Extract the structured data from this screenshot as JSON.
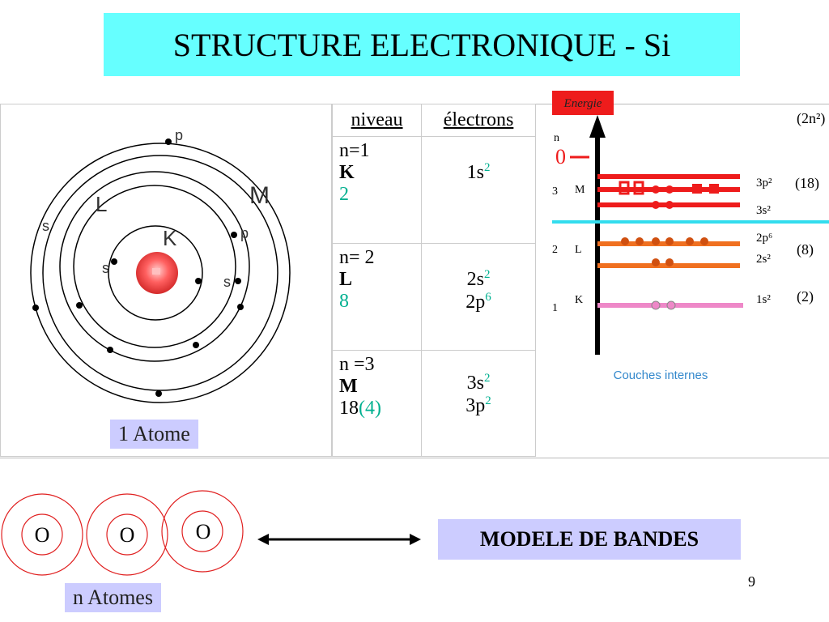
{
  "title": "STRUCTURE ELECTRONIQUE - Si",
  "atom": {
    "shells": [
      "K",
      "L",
      "M"
    ],
    "subshell_labels": [
      "p",
      "s",
      "p",
      "s",
      "s"
    ],
    "caption": "1 Atome"
  },
  "table": {
    "headers": [
      "niveau",
      "électrons"
    ],
    "rows": [
      {
        "n": "n=1",
        "shell": "K",
        "count": "2",
        "count_extra": "",
        "orbitals": [
          {
            "base": "1s",
            "exp": "2"
          }
        ]
      },
      {
        "n": "n= 2",
        "shell": "L",
        "count": "8",
        "count_extra": "",
        "orbitals": [
          {
            "base": "2s",
            "exp": "2"
          },
          {
            "base": "2p",
            "exp": "6"
          }
        ]
      },
      {
        "n": "n =3",
        "shell": "M",
        "count": "18",
        "count_extra": "(4)",
        "orbitals": [
          {
            "base": "3s",
            "exp": "2"
          },
          {
            "base": "3p",
            "exp": "2"
          }
        ]
      }
    ]
  },
  "energy_diagram": {
    "axis_label": "Energie",
    "n_label": "n",
    "zero": "0",
    "header_right": "(2n²)",
    "levels": [
      {
        "n": "3",
        "shell": "M",
        "sub": [
          "3p²",
          "3s²"
        ],
        "cap": "(18)"
      },
      {
        "n": "2",
        "shell": "L",
        "sub": [
          "2p⁶",
          "2s²"
        ],
        "cap": "(8)"
      },
      {
        "n": "1",
        "shell": "K",
        "sub": [
          "1s²"
        ],
        "cap": "(2)"
      }
    ],
    "caption": "Couches internes",
    "colors": {
      "M": "#EE1C1C",
      "L": "#F07020",
      "K": "#EE88C8",
      "line": "#33DDEE"
    }
  },
  "bottom": {
    "atom_labels": [
      "O",
      "O",
      "O"
    ],
    "caption": "n Atomes",
    "model": "MODELE DE BANDES"
  },
  "page_number": "9"
}
